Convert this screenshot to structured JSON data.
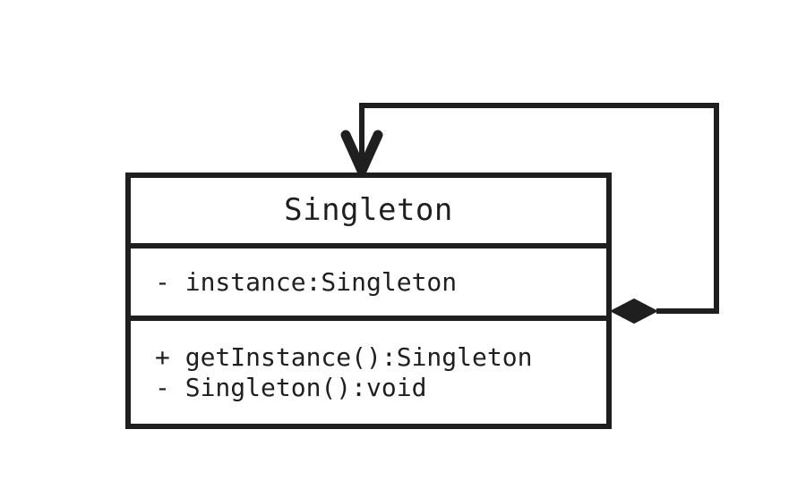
{
  "diagram": {
    "type": "uml-class-diagram",
    "title": "Singleton",
    "background_color": "#ffffff",
    "stroke_color": "#1f1f1f"
  },
  "class_box": {
    "name": "Singleton",
    "attributes": [
      "- instance:Singleton"
    ],
    "methods": [
      "+ getInstance():Singleton",
      "- Singleton():void"
    ]
  },
  "relationship": {
    "kind": "composition-self-association",
    "source_marker": "filled-diamond",
    "target_marker": "open-arrowhead",
    "label": ""
  }
}
